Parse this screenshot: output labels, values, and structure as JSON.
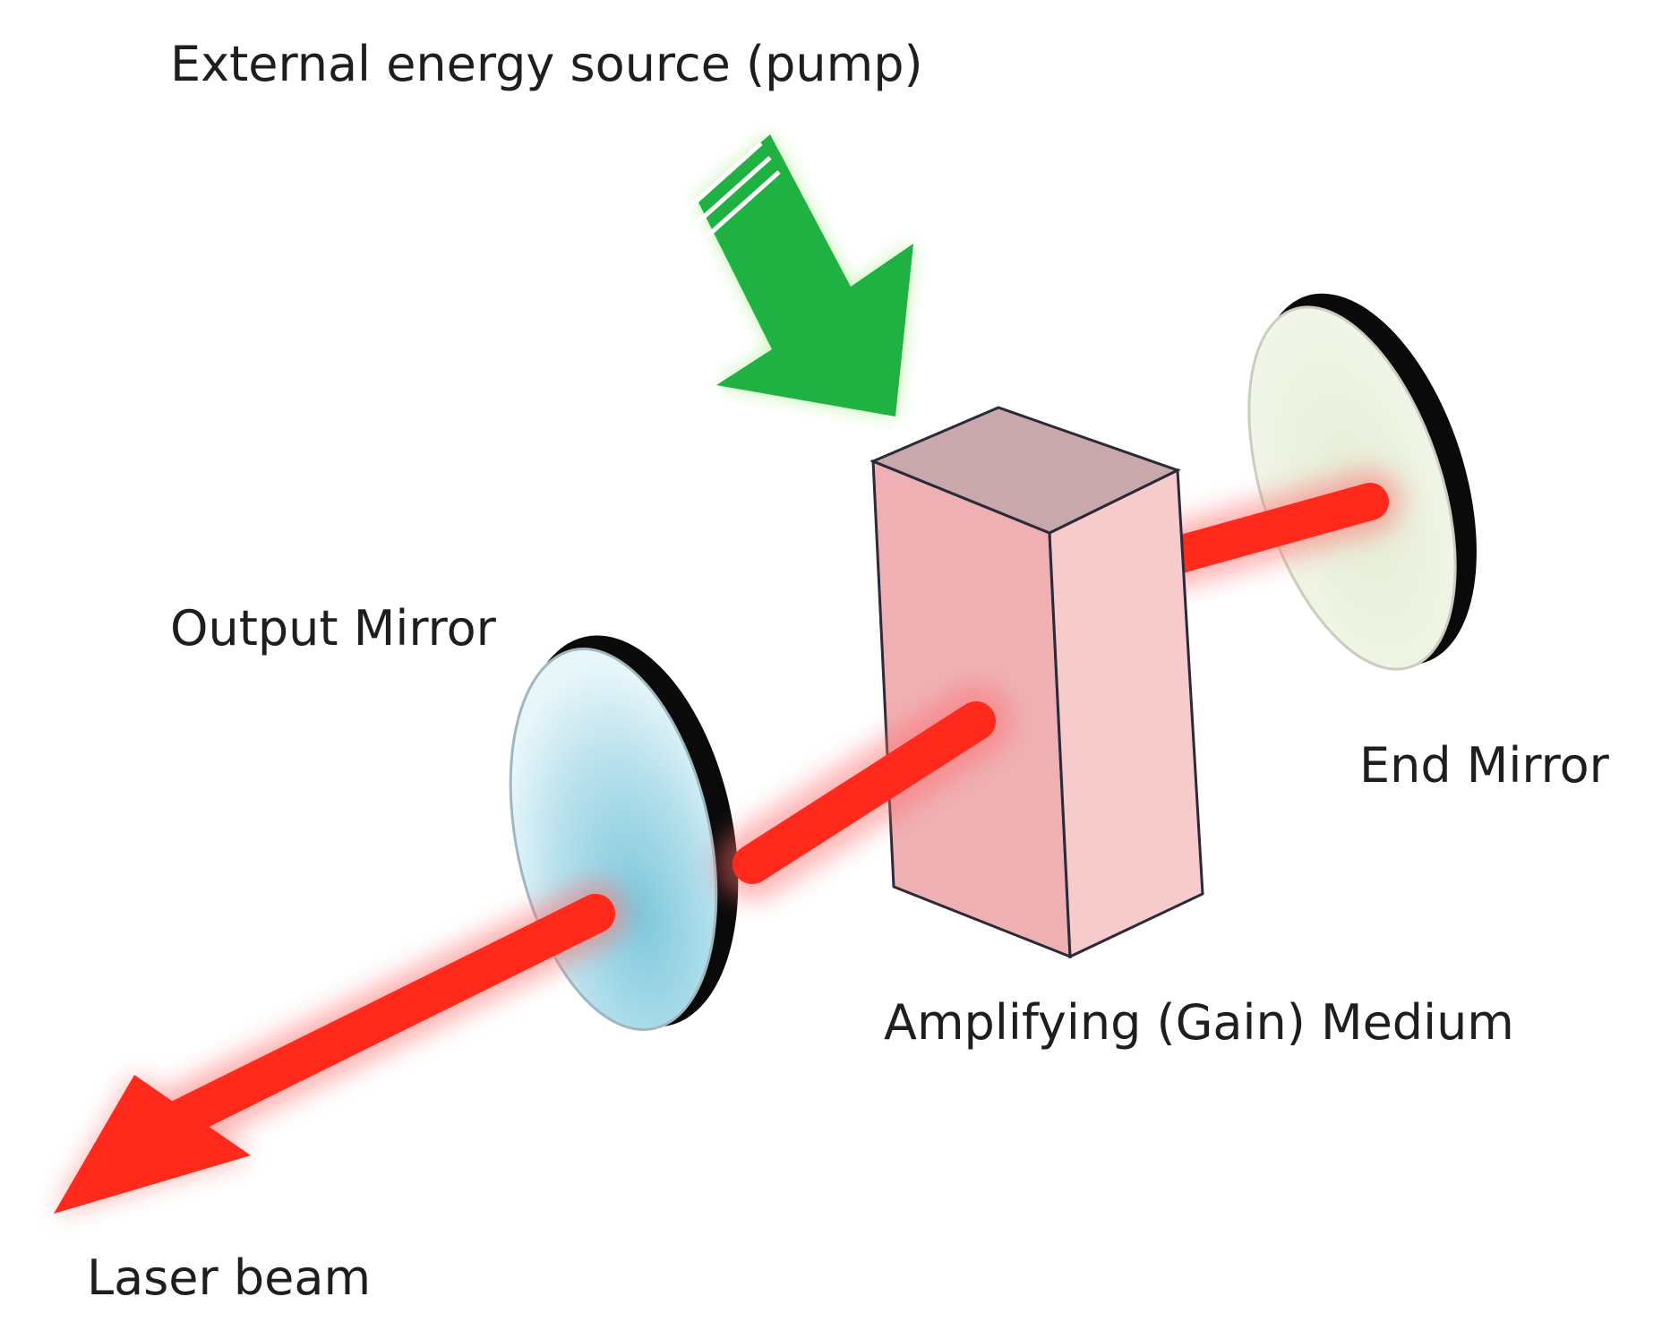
{
  "labels": {
    "pump": "External energy source (pump)",
    "output_mirror": "Output Mirror",
    "end_mirror": "End Mirror",
    "gain_medium": "Amplifying (Gain) Medium",
    "laser_beam": "Laser beam"
  },
  "colors": {
    "beam": "#ff2a1c",
    "beam_glow": "#ff6a6a",
    "pump_arrow": "#1fb142",
    "pump_glow": "#b8f0a0",
    "gain_front": "#efb0b4",
    "gain_side": "#f7cacc",
    "gain_top": "#c8a8aa",
    "output_mirror_glass": "#a8dcec",
    "end_mirror_glass": "#eef2e2",
    "mirror_rim": "#0a0a0a"
  }
}
